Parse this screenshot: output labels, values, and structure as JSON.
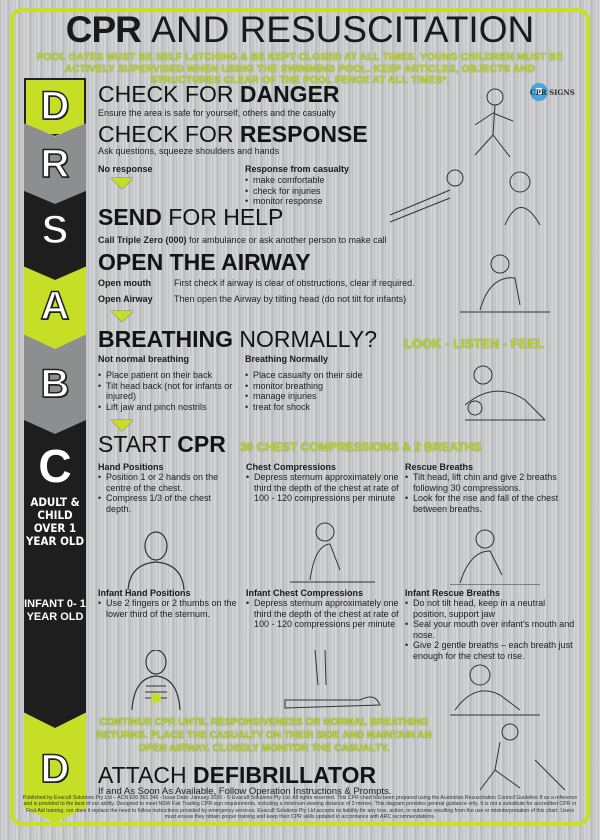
{
  "poster": {
    "title_bold": "CPR",
    "title_light": "AND RESUSCITATION",
    "pool_warning": "Pool gates must be self latching & be kept closed at all times. Young children must be actively supervised when using the swimming pool. Keep articles, objects and structures clear of the pool fence at all times*.",
    "logo_text": "CPR SIGNS"
  },
  "drsabc": {
    "d": "D",
    "r": "R",
    "s": "S",
    "a": "A",
    "b": "B",
    "c": "C",
    "c_adult": "ADULT & CHILD OVER 1 YEAR OLD",
    "c_infant": "INFANT 0- 1 YEAR OLD",
    "d2": "D"
  },
  "danger": {
    "heading_light": "CHECK FOR",
    "heading_bold": "DANGER",
    "desc": "Ensure the area is safe for yourself, others and the casualty"
  },
  "response": {
    "heading_light": "CHECK FOR",
    "heading_bold": "RESPONSE",
    "desc": "Ask questions, squeeze shoulders and hands",
    "no_response_label": "No response",
    "yes_label": "Response from casualty",
    "yes_items": [
      "make comfortable",
      "check for injuries",
      "monitor response"
    ]
  },
  "send": {
    "heading_bold": "SEND",
    "heading_light": "FOR HELP",
    "desc_bold": "Call Triple Zero (000)",
    "desc_rest": " for ambulance or ask another person to make call"
  },
  "airway": {
    "heading": "OPEN THE AIRWAY",
    "rows": [
      {
        "label": "Open mouth",
        "text": "First check if airway is clear of obstructions, clear if required."
      },
      {
        "label": "Open Airway",
        "text": "Then open the Airway by tilting head (do not tilt for infants)"
      }
    ]
  },
  "breathing": {
    "heading_bold": "BREATHING",
    "heading_light": "NORMALLY?",
    "tag": "LOOK - LISTEN - FEEL",
    "not_normal_label": "Not normal breathing",
    "not_normal_items": [
      "Place patient on their back",
      "Tilt head back (not for infants or injured)",
      "Lift jaw and pinch nostrils"
    ],
    "normal_label": "Breathing Normally",
    "normal_items": [
      "Place casualty on their side",
      "monitor breathing",
      "manage injuries",
      "treat for shock"
    ]
  },
  "cpr": {
    "heading_light": "START",
    "heading_bold": "CPR",
    "tag": "30 CHEST COMPRESSIONS & 2 BREATHS",
    "adult": [
      {
        "label": "Hand Positions",
        "items": [
          "Position 1 or 2 hands on the centre of the chest.",
          "Compress 1/3 of the chest depth."
        ]
      },
      {
        "label": "Chest Compressions",
        "items": [
          "Depress sternum approximately one third the depth of the chest at rate of 100 - 120 compressions per minute"
        ]
      },
      {
        "label": "Rescue Breaths",
        "items": [
          "Tilt head, lift chin and give 2 breaths following 30 compressions.",
          "Look for the rise and fall of the chest between breaths."
        ]
      }
    ],
    "infant": [
      {
        "label": "Infant Hand Positions",
        "items": [
          "Use 2 fingers or 2 thumbs on the lower third of the sternum."
        ]
      },
      {
        "label": "Infant Chest Compressions",
        "items": [
          "Depress sternum approximately one third the depth of the chest at rate of 100 - 120 compressions per minute"
        ]
      },
      {
        "label": "Infant Rescue Breaths",
        "items": [
          "Do not tilt head, keep in a neutral position, support jaw",
          "Seal your mouth over infant's mouth and nose.",
          "Give 2 gentle breaths – each breath just enough for the chest to rise."
        ]
      }
    ]
  },
  "continue_note": "Continue CPR until responsiveness or normal breathing returns. Place the  casualty on their side and maintain an open airway. Closely monitor the casualty.",
  "defib": {
    "heading_light": "ATTACH",
    "heading_bold": "DEFIBRILLATOR",
    "desc": "If and As Soon As Available, Follow Operation Instructions & Prompts."
  },
  "footer": "Published by Evacu8 Solutions Pty Ltd – ACN 630 361 346 - Issue Date: January 2026 - © Evacu8 Solutions Pty Ltd. All rights reserved. This CPR chart has been prepared using the Australian Resuscitation Council Guideline 8 as a reference and is provided to the best of our ability. Designed to meet NSW Fair Trading CPR sign requirements, including a minimum viewing distance of 3 metres. This diagram provides general guidance only. It is not a substitute for accredited CPR or First Aid training, nor does it replace the need to follow instructions provided by emergency services. Evacu8 Solutions Pty Ltd accepts no liability for any loss, action, or outcome resulting from the use or misinterpretation of this chart. Users must ensure they obtain proper training and keep their CPR skills updated in accordance with ARC recommendations.",
  "colors": {
    "accent_green": "#c7de27",
    "dark": "#1e1e1e",
    "grey": "#8d8e90"
  }
}
